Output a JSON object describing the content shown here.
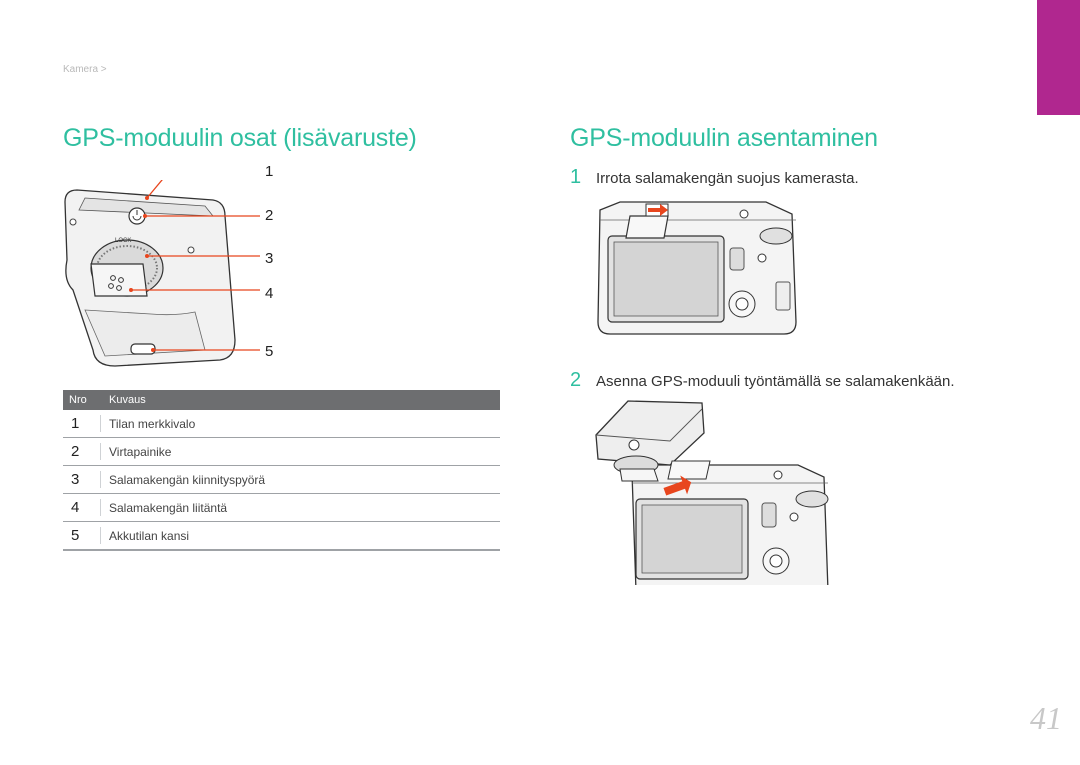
{
  "breadcrumb": "Kamera >",
  "page_number": "41",
  "colors": {
    "accent": "#2fbfa0",
    "tab": "#b0278f",
    "callout": "#e8461e",
    "table_header": "#6d6e70"
  },
  "left": {
    "title": "GPS-moduulin osat (lisävaruste)",
    "callouts": [
      "1",
      "2",
      "3",
      "4",
      "5"
    ],
    "table": {
      "headers": [
        "Nro",
        "Kuvaus"
      ],
      "rows": [
        {
          "num": "1",
          "desc": "Tilan merkkivalo"
        },
        {
          "num": "2",
          "desc": "Virtapainike"
        },
        {
          "num": "3",
          "desc": "Salamakengän kiinnityspyörä"
        },
        {
          "num": "4",
          "desc": "Salamakengän liitäntä"
        },
        {
          "num": "5",
          "desc": "Akkutilan kansi"
        }
      ]
    },
    "illustration_lock_label": "LOCK"
  },
  "right": {
    "title": "GPS-moduulin asentaminen",
    "steps": [
      {
        "num": "1",
        "text": "Irrota salamakengän suojus kamerasta."
      },
      {
        "num": "2",
        "text": "Asenna GPS-moduuli työntämällä se salamakenkään."
      }
    ]
  }
}
